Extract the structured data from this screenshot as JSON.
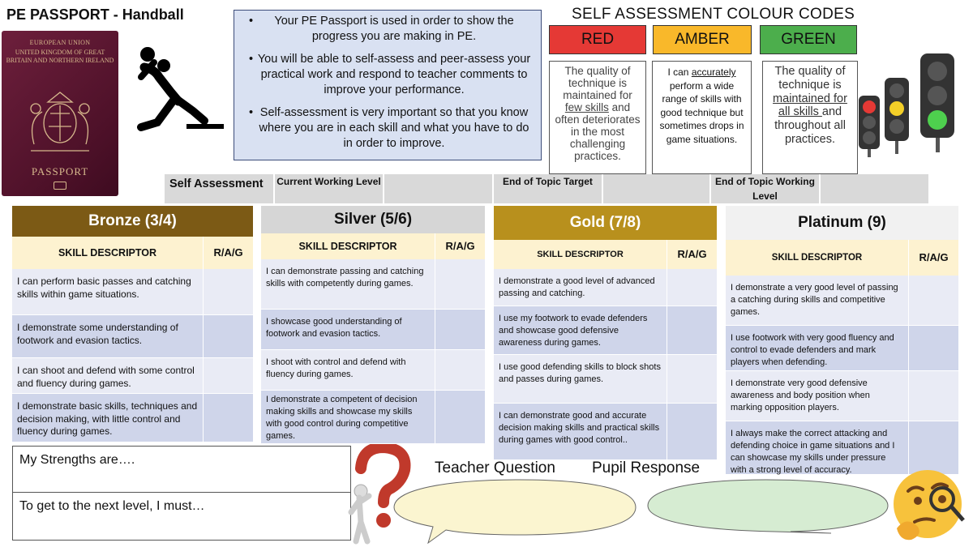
{
  "title": "PE PASSPORT - Handball",
  "passport": {
    "line1": "EUROPEAN UNION",
    "line2": "UNITED KINGDOM OF GREAT BRITAIN AND NORTHERN IRELAND",
    "label": "PASSPORT"
  },
  "info": {
    "bullets": [
      "Your PE Passport is used in order to show the progress you are making in PE.",
      "You will be able to self-assess and peer-assess your practical work and respond to teacher comments to improve your performance.",
      "Self-assessment is very important so that you know where you are in each skill and what you have to do in order to improve."
    ]
  },
  "colour_codes": {
    "title": "SELF ASSESSMENT COLOUR CODES",
    "red": {
      "label": "RED",
      "color": "#e53935",
      "pre": "The quality of technique is maintained for ",
      "u": "few skills",
      "post": " and often deteriorates in the most challenging practices."
    },
    "amber": {
      "label": "AMBER",
      "color": "#f9b82a",
      "pre": "I can ",
      "u": "accurately",
      "post": " perform a wide range of skills with good technique but sometimes drops in game situations."
    },
    "green": {
      "label": "GREEN",
      "color": "#4cae4c",
      "pre": "The quality of technique is ",
      "u": "maintained for all skills ",
      "post": "and throughout all practices."
    }
  },
  "self_assessment": {
    "label": "Self Assessment",
    "current": "Current Working Level",
    "target": "End of Topic Target",
    "end": "End of Topic Working Level"
  },
  "levels": {
    "col_skill": "SKILL DESCRIPTOR",
    "col_rag": "R/A/G",
    "bronze": {
      "title": "Bronze (3/4)",
      "rows": [
        "I can perform basic passes and catching skills within game situations.",
        "I demonstrate some understanding of footwork and evasion tactics.",
        "I can shoot and defend with some control and fluency during games.",
        "I demonstrate basic skills, techniques and decision making, with little control and fluency during games."
      ]
    },
    "silver": {
      "title": "Silver (5/6)",
      "rows": [
        "I can demonstrate passing and catching skills with competently during games.",
        "I showcase good understanding of footwork and evasion tactics.",
        "I shoot with control and defend with fluency during games.",
        "I demonstrate a competent of decision making skills and showcase my skills with good control during competitive games."
      ]
    },
    "gold": {
      "title": "Gold (7/8)",
      "rows": [
        "I demonstrate a good level of advanced passing and catching.",
        "I use my footwork to evade defenders and showcase good defensive awareness during games.",
        "I use good defending skills to block shots and passes during games.",
        "I can demonstrate good and accurate decision making skills and practical skills during games with good control.."
      ]
    },
    "platinum": {
      "title": "Platinum (9)",
      "rows": [
        "I demonstrate a very good level of passing a catching during skills and competitive games.",
        "I use footwork with very good fluency and control to evade defenders and mark players when defending.",
        "I demonstrate very good defensive awareness and body position when marking opposition players.",
        "I always make the correct attacking and defending choice in game situations and I can showcase my skills under pressure with a strong level of accuracy."
      ]
    }
  },
  "strengths": "My Strengths are….",
  "next_level": "To get to the next level, I must…",
  "teacher_question": "Teacher Question",
  "pupil_response": "Pupil Response"
}
